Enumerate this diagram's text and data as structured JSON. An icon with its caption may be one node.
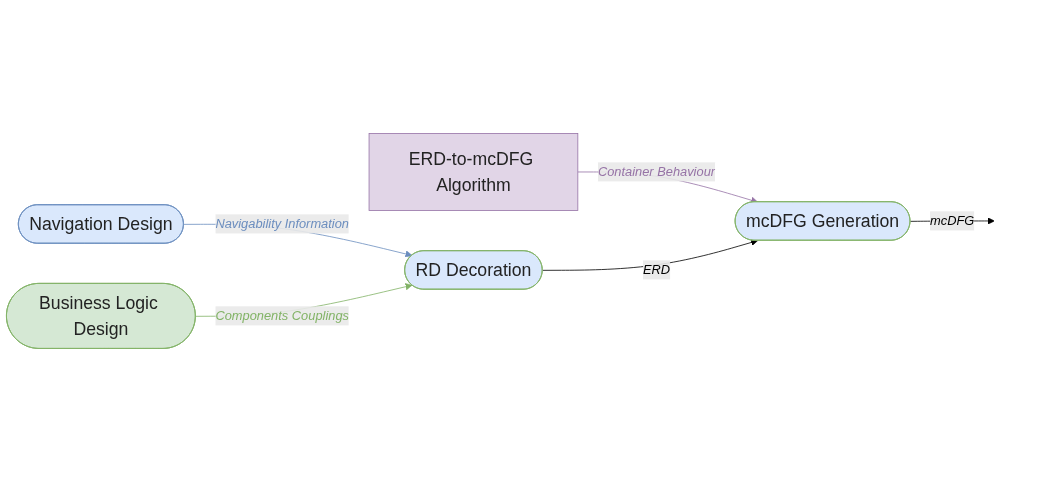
{
  "diagram": {
    "nodes": [
      {
        "text": [
          "ERD-to-mcDFG Algorithm"
        ]
      },
      {
        "text": [
          "Navigation Design"
        ]
      },
      {
        "text": [
          "RD Decoration"
        ]
      },
      {
        "text": [
          "Business Logic Design"
        ]
      },
      {
        "text": [
          "mcDFG Generation"
        ]
      }
    ],
    "edges": [
      {
        "from": 0,
        "to": 4,
        "arrow": "to",
        "label": "Container Behaviour",
        "color": "#9673a6"
      },
      {
        "from": 1,
        "to": 2,
        "arrow": "to",
        "label": "Navigability Information",
        "color": "#6c8ebf"
      },
      {
        "from": 3,
        "to": 2,
        "arrow": "to",
        "label": "Components Couplings",
        "color": "#82b366"
      },
      {
        "from": 2,
        "to": 4,
        "arrow": "to",
        "label": "ERD"
      },
      {
        "from": 4,
        "to": null,
        "arrow": "to",
        "label": "mcDFG"
      }
    ]
  }
}
